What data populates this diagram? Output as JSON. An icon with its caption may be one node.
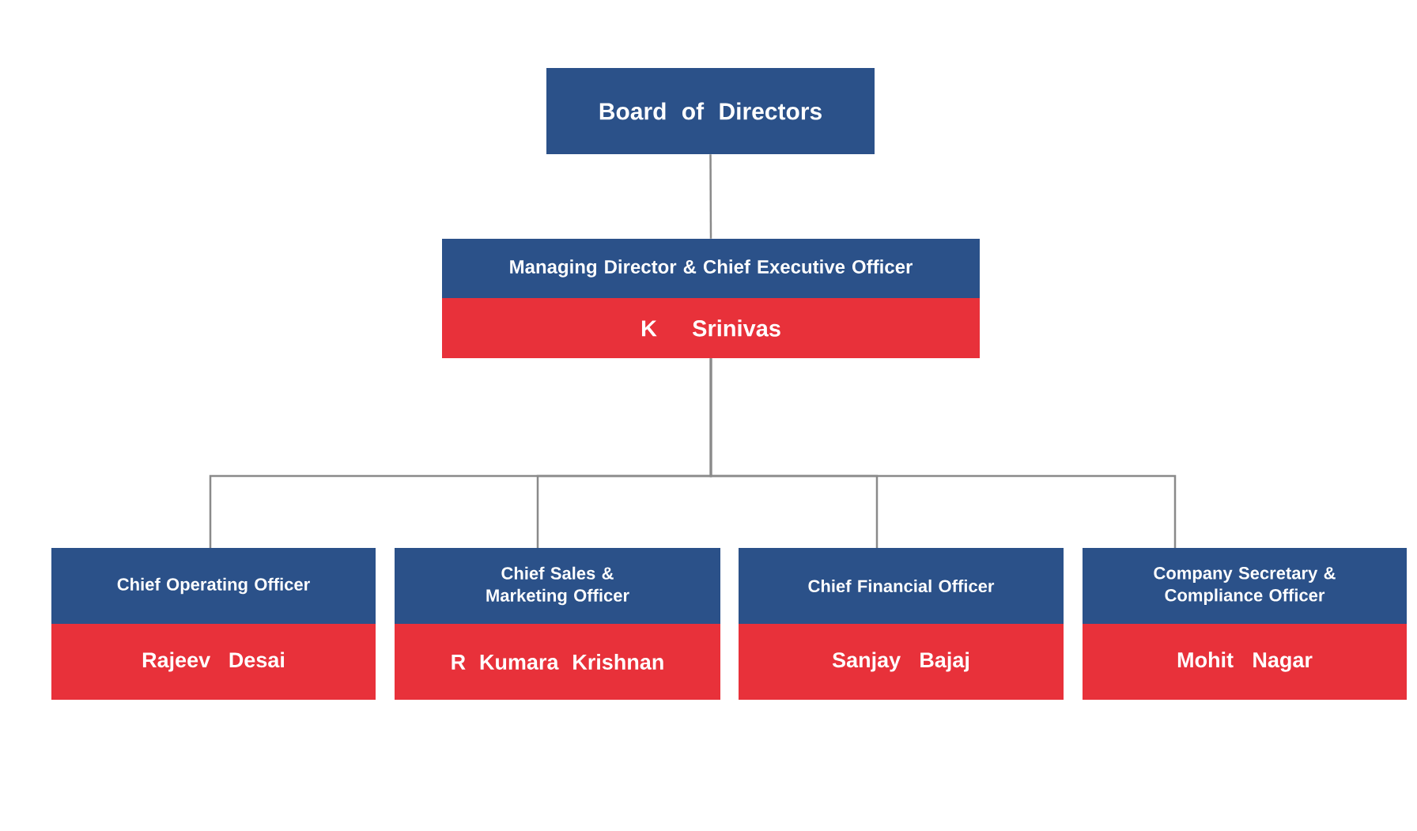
{
  "diagram": {
    "nodes": [
      {
        "text": [
          "Board of Directors"
        ]
      },
      {
        "text": [
          "Managing Director & Chief Executive Officer",
          "K Srinivas"
        ]
      },
      {
        "text": [
          "Chief Operating Officer",
          "Rajeev Desai"
        ]
      },
      {
        "text": [
          "Chief Sales & Marketing Officer",
          "R Kumara Krishnan"
        ]
      },
      {
        "text": [
          "Chief Financial Officer",
          "Sanjay Bajaj"
        ]
      },
      {
        "text": [
          "Company Secretary & Compliance Officer",
          "Mohit Nagar"
        ]
      }
    ],
    "edges": [
      {
        "from": 0,
        "to": 1,
        "arrow": "none"
      },
      {
        "from": 1,
        "to": 2,
        "arrow": "none"
      },
      {
        "from": 1,
        "to": 3,
        "arrow": "none"
      },
      {
        "from": 1,
        "to": 4,
        "arrow": "none"
      },
      {
        "from": 1,
        "to": 5,
        "arrow": "none"
      }
    ]
  }
}
